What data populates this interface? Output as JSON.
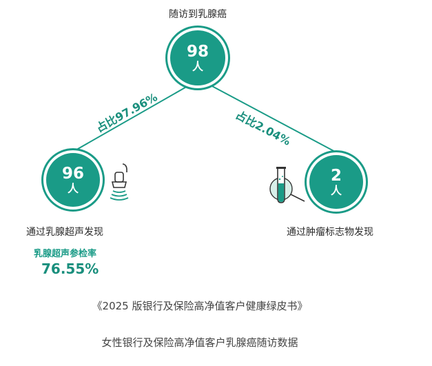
{
  "top": {
    "label": "随访到乳腺癌",
    "number": "98",
    "unit": "人"
  },
  "left": {
    "label": "通过乳腺超声发现",
    "number": "96",
    "unit": "人",
    "ratio": "占比97.96%"
  },
  "right": {
    "label": "通过肿瘤标志物发现",
    "number": "2",
    "unit": "人",
    "ratio": "占比2.04%"
  },
  "ultrasound_rate": {
    "label": "乳腺超声参检率",
    "value": "76.55%"
  },
  "footer": {
    "line1": "《2025 版银行及保险高净值客户健康绿皮书》",
    "line2": "女性银行及保险高净值客户乳腺癌随访数据"
  },
  "colors": {
    "accent": "#1a9b87"
  },
  "icons": {
    "left": "ultrasound-probe-icon",
    "right": "test-tube-icon"
  }
}
